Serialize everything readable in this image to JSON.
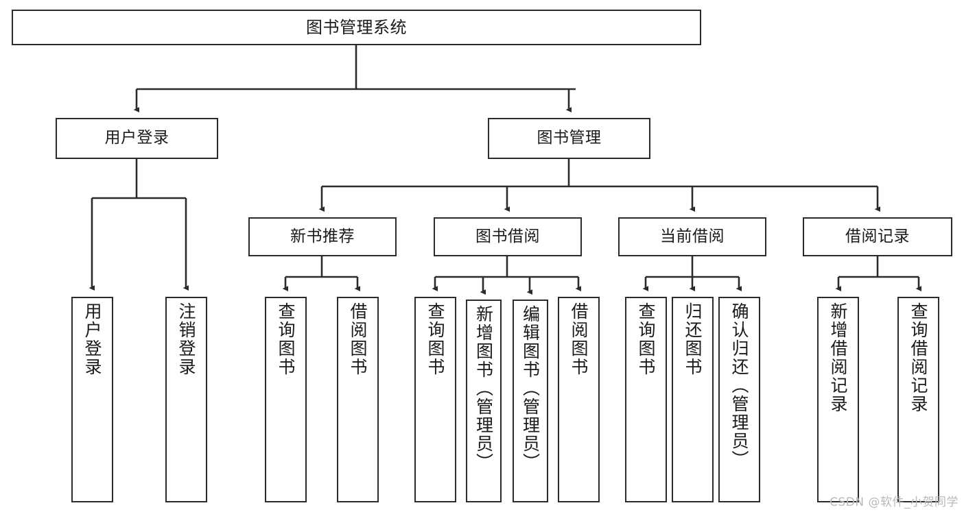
{
  "diagram": {
    "title": "图书管理系统",
    "watermark": "CSDN @软件_小贺同学",
    "stroke_color": "#2b2b2b",
    "background_color": "#ffffff",
    "text_color": "#1a1a1a",
    "watermark_color": "#b9b9b9",
    "type": "tree-hierarchy",
    "levels": 4
  },
  "nodes": {
    "root": {
      "label": "图书管理系统"
    },
    "level2": [
      {
        "id": "user-login",
        "label": "用户登录"
      },
      {
        "id": "book-management",
        "label": "图书管理"
      }
    ],
    "level3": [
      {
        "id": "new-book-recommend",
        "label": "新书推荐"
      },
      {
        "id": "book-borrow",
        "label": "图书借阅"
      },
      {
        "id": "current-borrow",
        "label": "当前借阅"
      },
      {
        "id": "borrow-record",
        "label": "借阅记录"
      }
    ],
    "leaves": {
      "user_login": [
        {
          "id": "leaf-user-login",
          "label": "用户登录"
        },
        {
          "id": "leaf-user-logout",
          "label": "注销登录"
        }
      ],
      "new_book_recommend": [
        {
          "id": "leaf-query-book-1",
          "label": "查询图书"
        },
        {
          "id": "leaf-borrow-book-1",
          "label": "借阅图书"
        }
      ],
      "book_borrow": [
        {
          "id": "leaf-query-book-2",
          "label": "查询图书"
        },
        {
          "id": "leaf-add-book",
          "label": "新增图书（管理员）"
        },
        {
          "id": "leaf-edit-book",
          "label": "编辑图书（管理员）"
        },
        {
          "id": "leaf-borrow-book-2",
          "label": "借阅图书"
        }
      ],
      "current_borrow": [
        {
          "id": "leaf-query-book-3",
          "label": "查询图书"
        },
        {
          "id": "leaf-return-book",
          "label": "归还图书"
        },
        {
          "id": "leaf-confirm-return",
          "label": "确认归还（管理员）"
        }
      ],
      "borrow_record": [
        {
          "id": "leaf-add-borrow-record",
          "label": "新增借阅记录"
        },
        {
          "id": "leaf-query-borrow-record",
          "label": "查询借阅记录"
        }
      ]
    }
  }
}
